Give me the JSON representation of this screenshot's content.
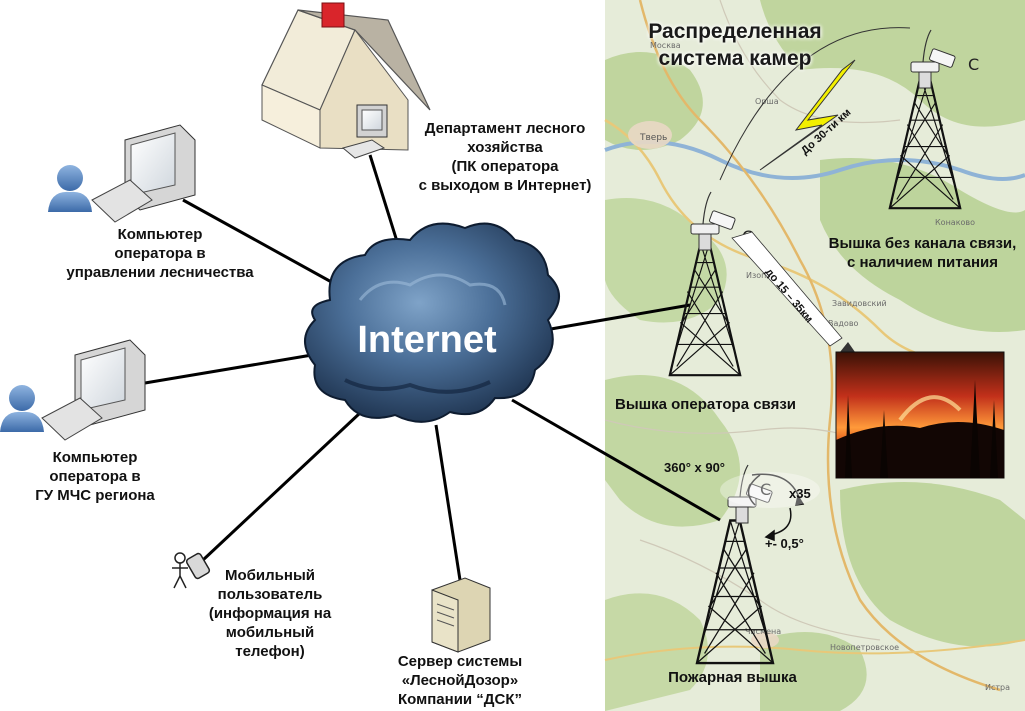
{
  "map": {
    "title": [
      "Распределенная",
      "система камер"
    ],
    "place_names": [
      "Москва",
      "Орша",
      "Тверь",
      "Конаково",
      "Изоплит",
      "Завидовский",
      "Вадово",
      "Новопетровское",
      "Чисмена",
      "Истра"
    ]
  },
  "cloud": {
    "label": "Internet"
  },
  "nodes": {
    "forest_dept": {
      "lines": [
        "Департамент лесного",
        "хозяйства",
        "(ПК оператора",
        "с выходом в Интернет)"
      ]
    },
    "forestry_pc": {
      "lines": [
        "Компьютер",
        "оператора в",
        "управлении лесничества"
      ]
    },
    "mchs_pc": {
      "lines": [
        "Компьютер",
        "оператора в",
        "ГУ МЧС региона"
      ]
    },
    "mobile_user": {
      "lines": [
        "Мобильный",
        "пользователь",
        "(информация на",
        "мобильный",
        "телефон)"
      ]
    },
    "server": {
      "lines": [
        "Сервер системы",
        "«ЛеснойДозор»",
        "Компании “ДСК”"
      ]
    }
  },
  "towers": {
    "operator": {
      "label": "Вышка оператора связи"
    },
    "no_link": {
      "lines": [
        "Вышка без канала связи,",
        "с наличием питания"
      ]
    },
    "fire": {
      "label": "Пожарная вышка"
    }
  },
  "annotations": {
    "link_distance": "До 30-ти км",
    "view_distance": "до 15 – 35км",
    "rotation": "360° x 90°",
    "zoom": "x35",
    "precision": "+- 0,5°"
  },
  "colors": {
    "map_bg": "#e4ecd6",
    "forest": "#b4cf8f",
    "lightning": "#f3f000",
    "cloud_dark": "#1b2f4a",
    "cloud_light": "#6f94bd"
  }
}
